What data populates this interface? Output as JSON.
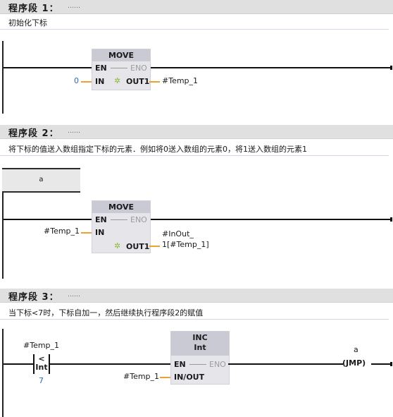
{
  "networks": [
    {
      "title": "程序段 1：",
      "dots": "……",
      "comment": "初始化下标",
      "block": {
        "name": "MOVE",
        "en": "EN",
        "eno": "ENO",
        "in_label": "IN",
        "in_value": "0",
        "out_label": "OUT1",
        "out_value": "#Temp_1"
      }
    },
    {
      "title": "程序段 2：",
      "dots": "……",
      "comment": "将下标的值送入数组指定下标的元素．例如将0送入数组的元素0，将1送入数组的元素1",
      "label": "a",
      "block": {
        "name": "MOVE",
        "en": "EN",
        "eno": "ENO",
        "in_label": "IN",
        "in_value": "#Temp_1",
        "out_label": "OUT1",
        "out_value_line1": "#InOut_",
        "out_value_line2": "1[#Temp_1]"
      }
    },
    {
      "title": "程序段 3：",
      "dots": "……",
      "comment": "当下标<7时，下标自加一，然后继续执行程序段2的赋值",
      "compare": {
        "operand_top": "#Temp_1",
        "operator": "<",
        "type": "Int",
        "operand_bottom": "7"
      },
      "block": {
        "name": "INC",
        "type": "Int",
        "en": "EN",
        "eno": "ENO",
        "inout_label": "IN/OUT",
        "inout_value": "#Temp_1"
      },
      "jump": {
        "label": "a",
        "coil": "(JMP)"
      }
    }
  ],
  "colors": {
    "header_bg": "#e0e0e0",
    "box_bg": "#e6e6ea",
    "box_head": "#c9cad3",
    "pin_wire": "#f0a030",
    "constant_blue": "#2a6eb8",
    "ok_star": "#8ab83a"
  }
}
